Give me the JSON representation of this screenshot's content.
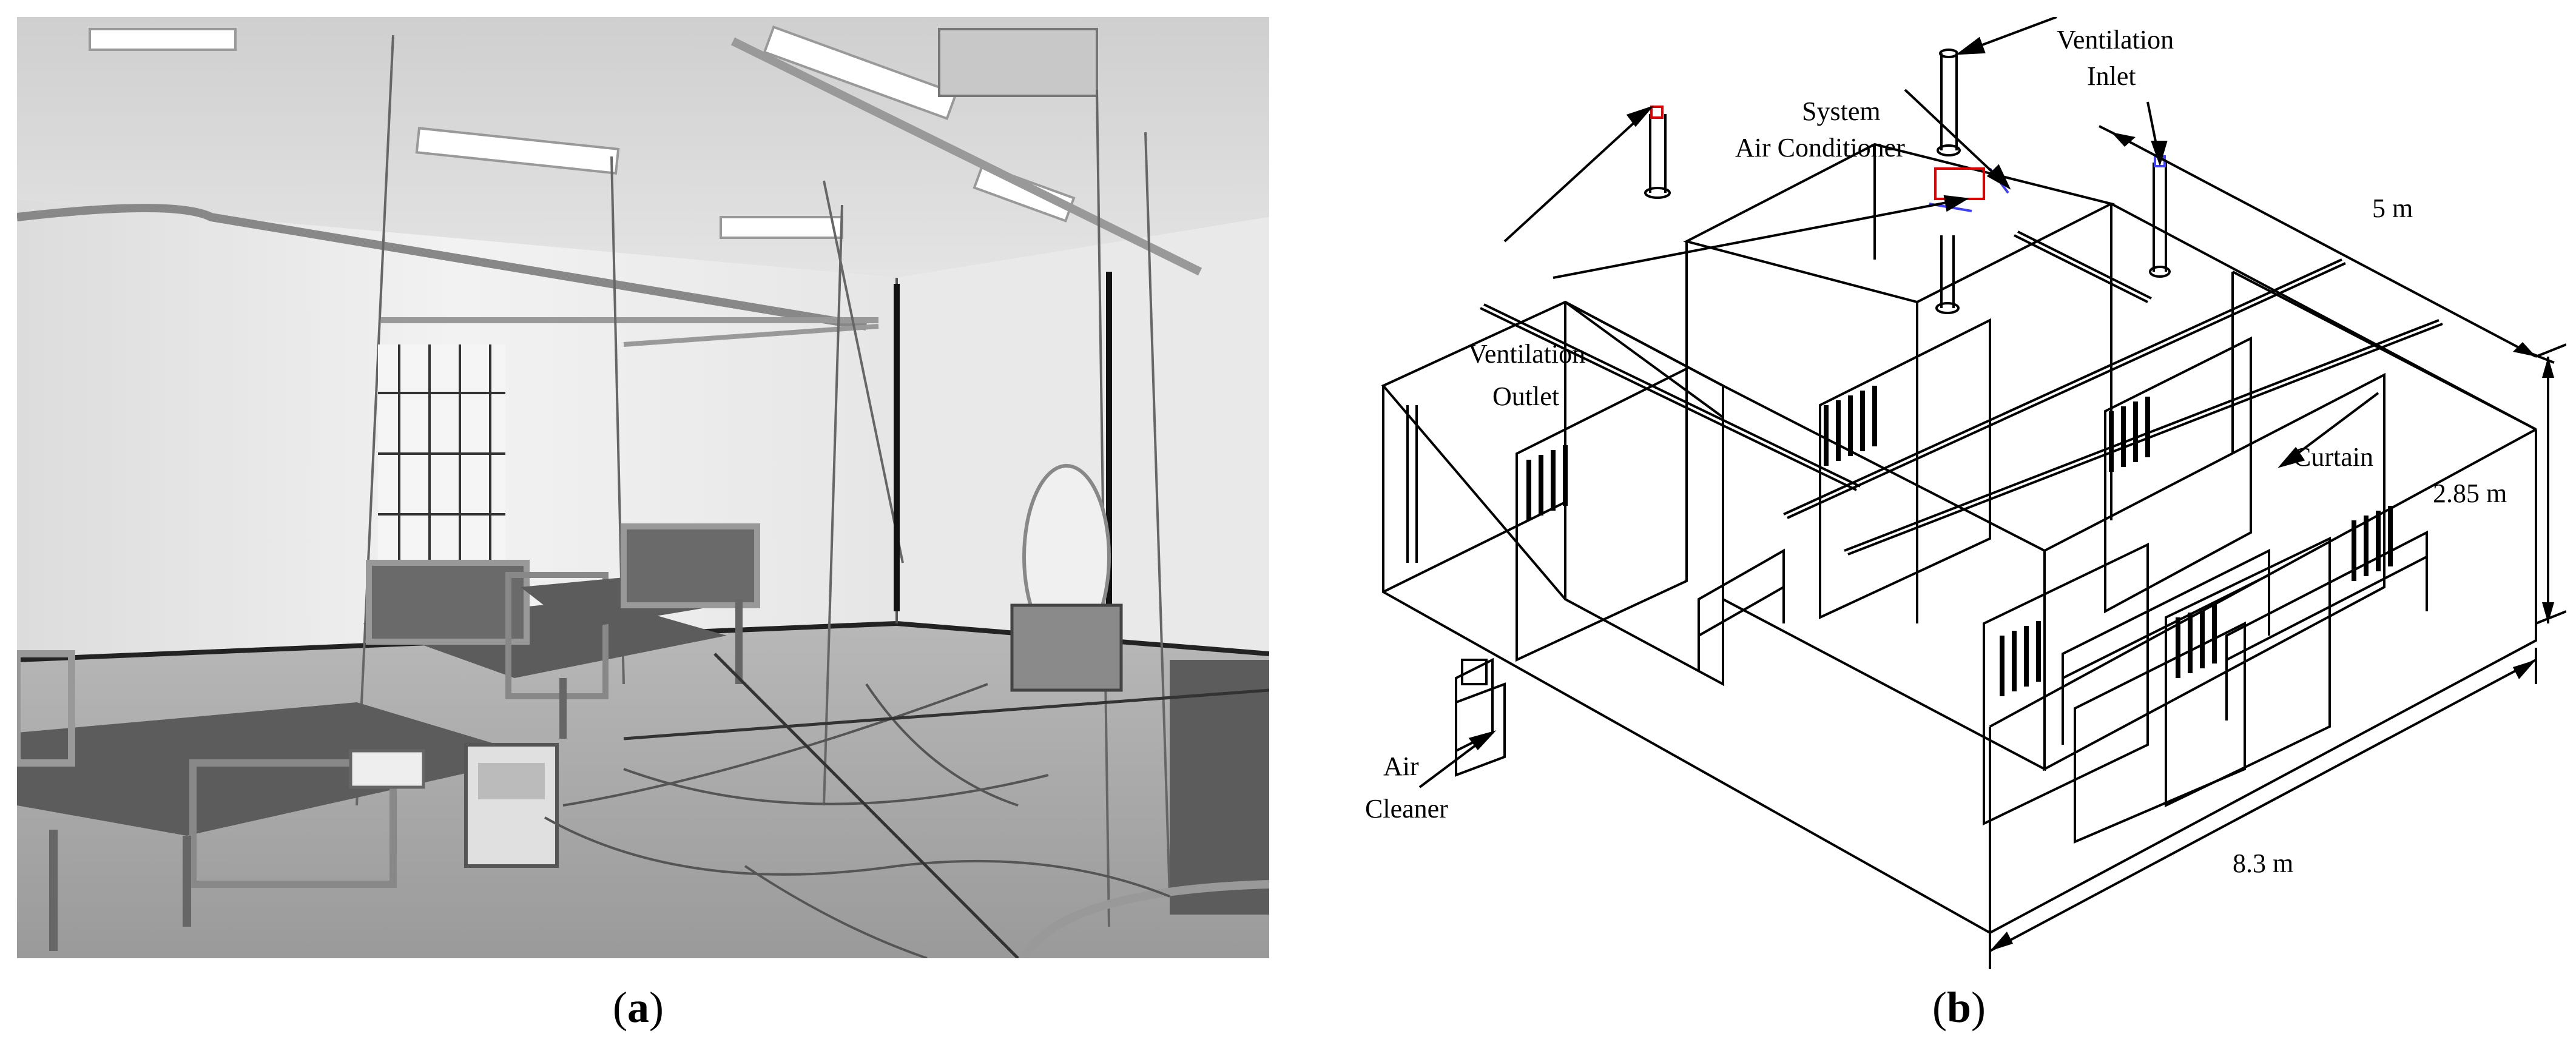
{
  "figure": {
    "panel_a": {
      "caption_letter": "a",
      "photo_description": "grayscale photograph of a hospital room with beds, curtains and measurement equipment"
    },
    "panel_b": {
      "caption_letter": "b",
      "labels": {
        "ventilation_inlet_line1": "Ventilation",
        "ventilation_inlet_line2": "Inlet",
        "system_ac_line1": "System",
        "system_ac_line2": "Air Conditioner",
        "ventilation_outlet_line1": "Ventilation",
        "ventilation_outlet_line2": "Outlet",
        "curtain": "Curtain",
        "air_cleaner_line1": "Air",
        "air_cleaner_line2": "Cleaner"
      },
      "dimensions": {
        "depth": "5 m",
        "height": "2.85 m",
        "length": "8.3 m"
      }
    }
  }
}
